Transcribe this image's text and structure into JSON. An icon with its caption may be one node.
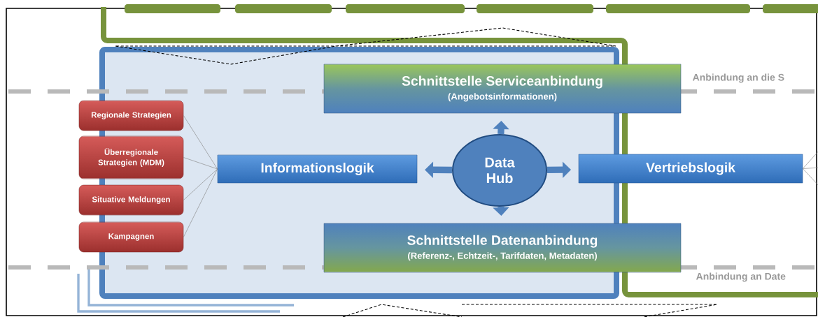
{
  "diagram": {
    "nodes": [
      {
        "text": [
          "Regionale Strategien"
        ]
      },
      {
        "text": [
          "Überregionale Strategien (MDM)"
        ]
      },
      {
        "text": [
          "Situative Meldungen"
        ]
      },
      {
        "text": [
          "Kampagnen"
        ]
      },
      {
        "text": [
          "Informationslogik"
        ]
      },
      {
        "text": [
          "Data Hub"
        ]
      },
      {
        "text": [
          "Schnittstelle Serviceanbindung",
          "(Angebotsinformationen)"
        ]
      },
      {
        "text": [
          "Schnittstelle Datenanbindung",
          "(Referenz-, Echtzeit-, Tarifdaten, Metadaten)"
        ]
      },
      {
        "text": [
          "Vertriebslogik"
        ]
      }
    ],
    "edges": [
      {
        "from": 0,
        "to": 4,
        "arrow": "none"
      },
      {
        "from": 1,
        "to": 4,
        "arrow": "none"
      },
      {
        "from": 2,
        "to": 4,
        "arrow": "none"
      },
      {
        "from": 3,
        "to": 4,
        "arrow": "none"
      },
      {
        "from": 5,
        "to": 6,
        "arrow": "to",
        "style": "thick",
        "color": "#4f81bd"
      },
      {
        "from": 5,
        "to": 4,
        "arrow": "to",
        "style": "thick",
        "color": "#4f81bd"
      },
      {
        "from": 5,
        "to": 8,
        "arrow": "to",
        "style": "thick",
        "color": "#4f81bd"
      },
      {
        "from": 5,
        "to": 7,
        "arrow": "to",
        "style": "thick",
        "color": "#4f81bd"
      },
      {
        "from": 8,
        "to": null,
        "arrow": "none"
      },
      {
        "from": 8,
        "to": null,
        "arrow": "none"
      },
      {
        "from": 8,
        "to": null,
        "arrow": "none"
      }
    ],
    "labels": [
      "Anbindung an die S",
      "Anbindung an Date"
    ]
  }
}
